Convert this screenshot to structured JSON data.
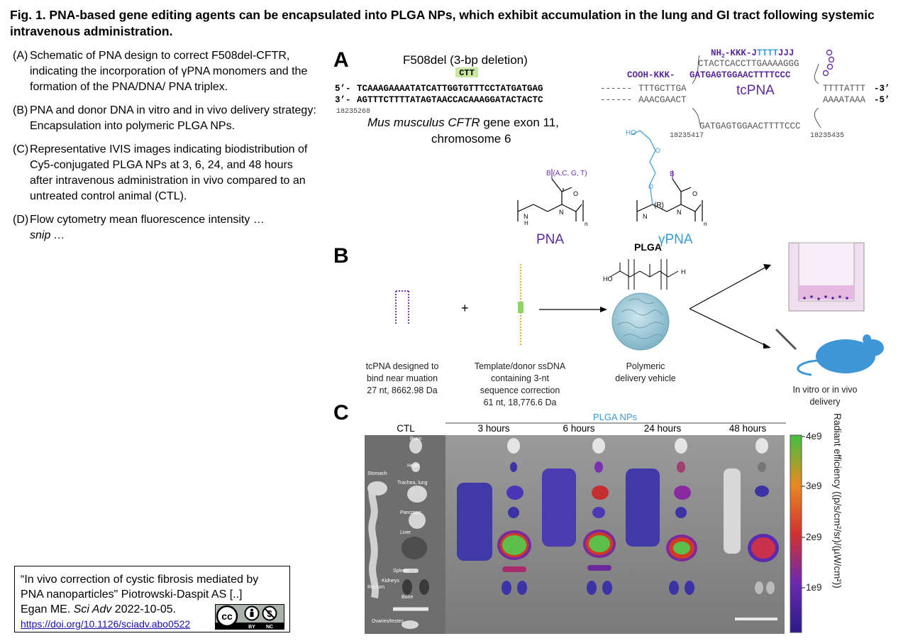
{
  "title": "Fig. 1. PNA-based gene editing agents can be encapsulated into PLGA NPs, which exhibit accumulation in the lung and GI tract following systemic intravenous administration.",
  "captions": [
    {
      "label": "(A)",
      "text": "Schematic of PNA design to correct F508del-CFTR, indicating the incorporation of γPNA monomers and the formation of the PNA/DNA/ PNA triplex."
    },
    {
      "label": "(B)",
      "text": "PNA and donor DNA in vitro and in vivo delivery strategy: Encapsulation into polymeric PLGA NPs."
    },
    {
      "label": "(C)",
      "text": "Representative IVIS images indicating biodistribution of Cy5-conjugated PLGA NPs at 3, 6, 24, and 48 hours after intravenous administration in vivo compared to an untreated control animal (CTL)."
    },
    {
      "label": "(D)",
      "text": "Flow cytometry mean fluorescence intensity …",
      "snip": "snip …"
    }
  ],
  "reference": {
    "line1": "“In vivo correction of cystic fibrosis mediated by",
    "line2": "PNA nanoparticles\" Piotrowski-Daspit AS [..]",
    "line3_pre": "Egan ME. ",
    "journal": "Sci Adv",
    "line3_post": " 2022-10-05.",
    "doi": "https://doi.org/10.1126/sciadv.abo0522",
    "license_by": "BY",
    "license_nc": "NC",
    "license_cc": "cc"
  },
  "panelA": {
    "letter": "A",
    "deletion": "F508del (3-bp deletion)",
    "ctt": "CTT",
    "seq5_prefix": "5’-",
    "seq5": "TCAAAGAAAATATCATTGGTGTTTCCTATGATGAG",
    "seq5_dash": "------",
    "seq5_mid": "TTTGCTTGA",
    "seq5_end": "TTTTATTT",
    "seq5_suffix": "-3’",
    "seq3_prefix": "3’-",
    "seq3": "AGTTTCTTTTATAGTAACCACAAAGGATACTACTC",
    "seq3_dash": "------",
    "seq3_mid": "AAACGAACT",
    "seq3_end": "AAAATAAA",
    "seq3_suffix": "-5’",
    "pos_left": "18235268",
    "organism1": "Mus musculus CFTR",
    "organism2": " gene exon 11,",
    "organism3": "chromosome 6",
    "pna_top_nh2": "NH",
    "pna_top_sub": "2",
    "pna_top": "-KKK-J",
    "pna_top_t": "TTTT",
    "pna_top_j": "JJJ",
    "pna_ctact": "CTACTCACCTTGAAAAGGG",
    "pna_cooh": "COOH-KKK-",
    "pna_gat": "GATGAGTGGAACTTTTCCC",
    "tcpna": "tcPNA",
    "gat_bottom": "GATGAGTGGAACTTTTCCC",
    "pos_mid": "18235417",
    "pos_right": "18235435",
    "b_label1": "B (A,C, G, T)",
    "b_label2": "B",
    "ho": "HO",
    "pna_label": "PNA",
    "gpna_label": "γPNA",
    "r_label": "(R)",
    "n_sub": "n"
  },
  "panelB": {
    "letter": "B",
    "plga": "PLGA",
    "plus": "+",
    "tcpna_desc": [
      "tcPNA designed to",
      "bind near muation",
      "27 nt, 8662.98 Da"
    ],
    "donor_desc": [
      "Template/donor ssDNA",
      "containing 3-nt",
      "sequence correction",
      "61 nt, 18,776.6 Da"
    ],
    "vehicle_desc": [
      "Polymeric",
      "delivery vehicle"
    ],
    "delivery_desc": [
      "In vitro or in vivo",
      "delivery"
    ]
  },
  "panelC": {
    "letter": "C",
    "plga_nps": "PLGA NPs",
    "columns": [
      "CTL",
      "3 hours",
      "6 hours",
      "24 hours",
      "48 hours"
    ],
    "organs": [
      "Brain",
      "Heart",
      "Stomach",
      "Trachea, lung",
      "Pancreas",
      "Liver",
      "Spleen",
      "Kidneys",
      "Rectum",
      "Bone",
      "Ovaries/testes"
    ],
    "colorbar_label": "Radiant efficiency ((p/s/cm²/sr)/(µW/cm²))",
    "colorbar_ticks": [
      "4e9",
      "3e9",
      "2e9",
      "1e9"
    ]
  },
  "colors": {
    "purple": "#6b2fa8",
    "blue": "#3a9ad9",
    "highlight": "#c8e6a0",
    "ivis_bg": "#8a8a8a"
  }
}
